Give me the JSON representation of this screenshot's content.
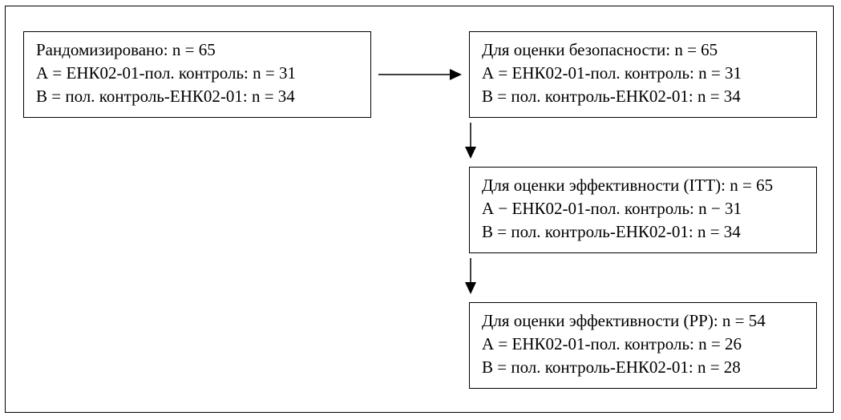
{
  "boxes": {
    "randomized": {
      "lines": [
        "Рандомизировано: n = 65",
        "А = ЕНК02-01-пол. контроль: n = 31",
        "В = пол. контроль-ЕНК02-01: n = 34"
      ]
    },
    "safety": {
      "lines": [
        "Для оценки безопасности: n = 65",
        "А = ЕНК02-01-пол. контроль: n = 31",
        "В = пол. контроль-ЕНК02-01: n = 34"
      ]
    },
    "itt": {
      "lines": [
        "Для оценки эффективности (ITT): n = 65",
        "А − ЕНК02-01-пол. контроль: n − 31",
        "В = пол. контроль-ЕНК02-01: n = 34"
      ]
    },
    "pp": {
      "lines": [
        "Для оценки эффективности (PP): n = 54",
        "А = ЕНК02-01-пол. контроль: n = 26",
        "В = пол. контроль-ЕНК02-01: n = 28"
      ]
    }
  },
  "colors": {
    "stroke": "#000000",
    "background": "#ffffff"
  }
}
